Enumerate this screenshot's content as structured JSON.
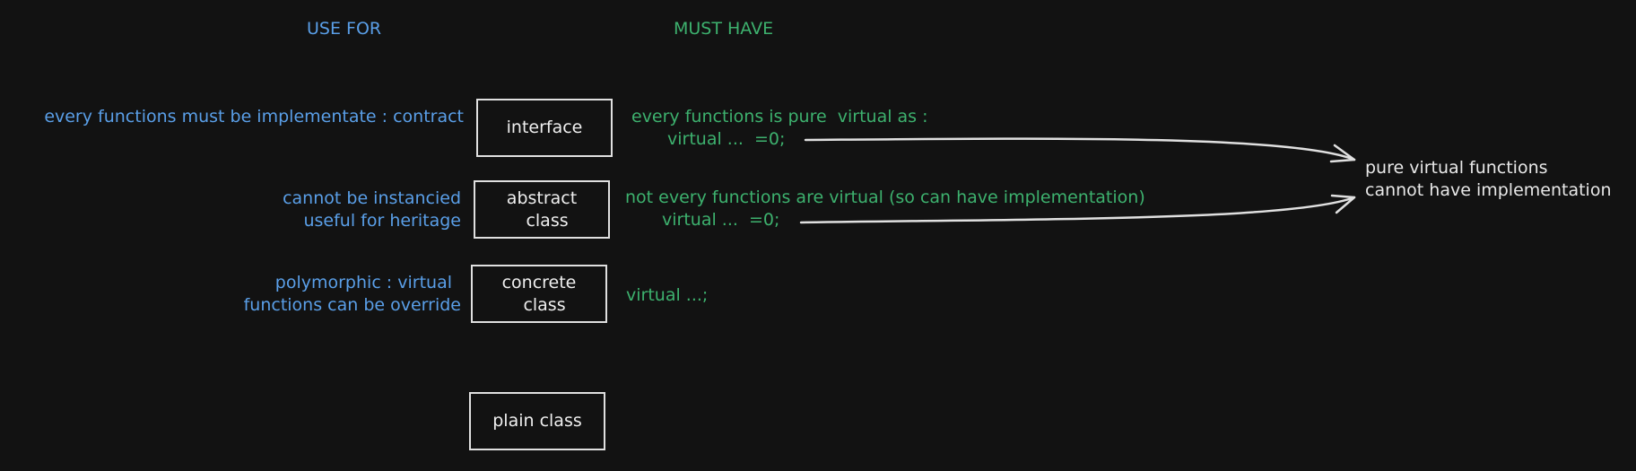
{
  "headers": {
    "use_for": "USE FOR",
    "must_have": "MUST HAVE"
  },
  "rows": {
    "interface": {
      "box_label": "interface",
      "use_for": "every functions must be implementate : contract",
      "must_have_line1": "every functions is pure  virtual as :",
      "must_have_line2": "virtual ...  =0;"
    },
    "abstract": {
      "box_label": "abstract\n  class",
      "use_for_line1": "cannot be instancied",
      "use_for_line2": "useful for heritage",
      "must_have_line1": "not every functions are virtual (so can have implementation)",
      "must_have_line2": "virtual ...  =0;"
    },
    "concrete": {
      "box_label": "concrete\n  class",
      "use_for_line1": "polymorphic : virtual",
      "use_for_line2": "functions can be override",
      "must_have": "virtual ...;"
    },
    "plain": {
      "box_label": "plain class"
    }
  },
  "note": {
    "line1": "pure virtual functions",
    "line2": "cannot have implementation"
  },
  "colors": {
    "background": "#121212",
    "use_for_text": "#5a9fe8",
    "must_have_text": "#3db16e",
    "box_and_arrow": "#e0e0e0"
  }
}
